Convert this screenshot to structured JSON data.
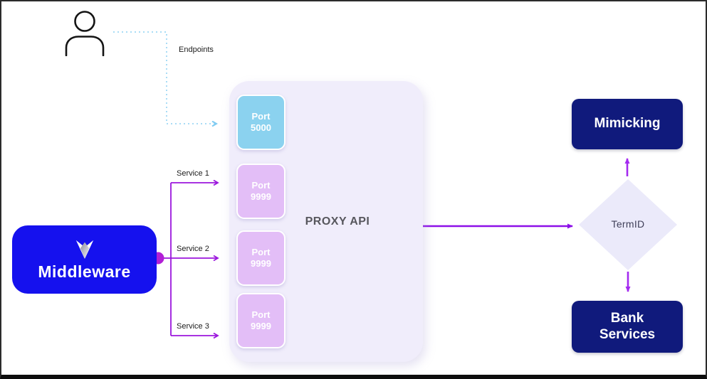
{
  "diagram": {
    "endpoints_label": "Endpoints",
    "middleware": {
      "label": "Middleware"
    },
    "services": [
      {
        "label": "Service 1"
      },
      {
        "label": "Service 2"
      },
      {
        "label": "Service 3"
      }
    ],
    "proxy": {
      "title": "PROXY API",
      "ports": [
        {
          "line1": "Port",
          "line2": "5000",
          "variant": "blue"
        },
        {
          "line1": "Port",
          "line2": "9999",
          "variant": "purple"
        },
        {
          "line1": "Port",
          "line2": "9999",
          "variant": "purple"
        },
        {
          "line1": "Port",
          "line2": "9999",
          "variant": "purple"
        }
      ]
    },
    "termid": {
      "label": "TermID"
    },
    "mimicking": {
      "label": "Mimicking"
    },
    "bank": {
      "lines": [
        "Bank",
        "Services"
      ]
    },
    "colors": {
      "middleware_blue": "#1511ee",
      "navy_node": "#101a7c",
      "port_blue": "#8bd2ef",
      "port_purple": "#e3bef7",
      "proxy_background": "#f0edfb",
      "diamond_background": "#ebeafa",
      "arrow_purple": "#8d10e8",
      "arrow_magenta": "#a42af0",
      "service_line_purple": "#9b16dd",
      "dotted_line_blue": "#a9dcf6",
      "junction_dot_magenta": "#b21fd6"
    }
  }
}
